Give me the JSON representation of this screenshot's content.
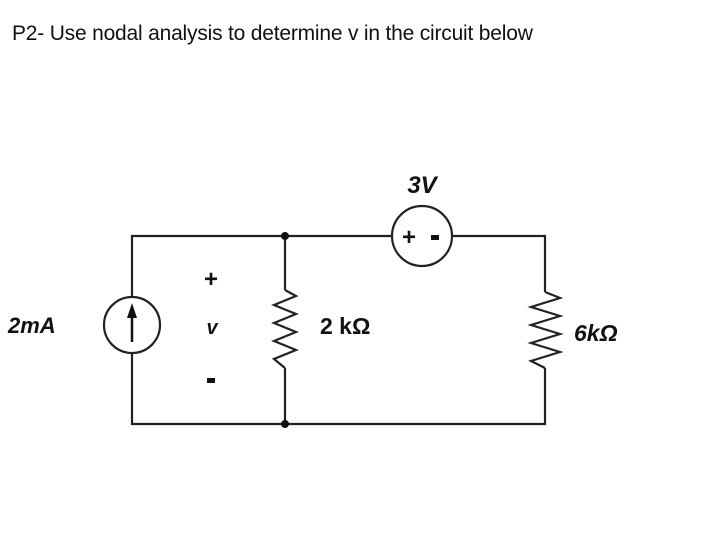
{
  "problem": {
    "title": "P2- Use nodal analysis to determine v in the circuit below"
  },
  "circuit": {
    "current_source": {
      "label": "2mA",
      "direction": "up",
      "icon": "arrow-up-icon"
    },
    "voltage_source": {
      "label": "3V",
      "plus": "+",
      "minus": "-"
    },
    "resistor_1": {
      "label": "2 kΩ"
    },
    "resistor_2": {
      "label": "6kΩ"
    },
    "voltage_marker": {
      "plus": "+",
      "name": "v",
      "minus": "-"
    }
  }
}
